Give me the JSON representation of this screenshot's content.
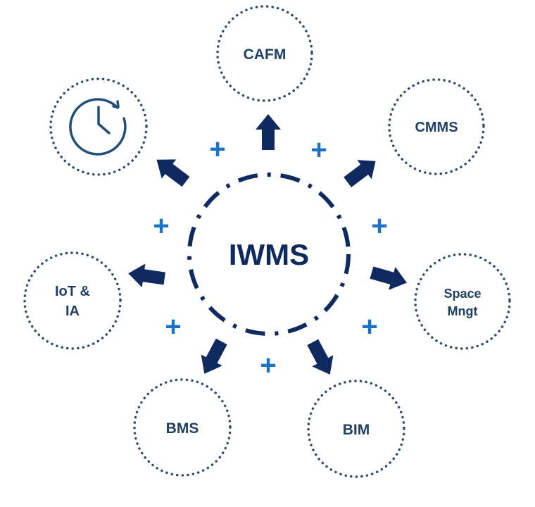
{
  "center": {
    "label": "IWMS"
  },
  "nodes": [
    {
      "id": "cafm",
      "lines": [
        "CAFM"
      ]
    },
    {
      "id": "cmms",
      "lines": [
        "CMMS"
      ]
    },
    {
      "id": "space",
      "lines": [
        "Space",
        "Mngt"
      ]
    },
    {
      "id": "bim",
      "lines": [
        "BIM"
      ]
    },
    {
      "id": "bms",
      "lines": [
        "BMS"
      ]
    },
    {
      "id": "iot",
      "lines": [
        "IoT &",
        "IA"
      ]
    },
    {
      "id": "history",
      "icon": "clock-history-icon",
      "lines": []
    }
  ],
  "plus_symbol": "+",
  "colors": {
    "navy": "#0f2a5e",
    "node_text": "#1f3f63",
    "dots": "#2b4a6e",
    "plus": "#1a72c4",
    "icon": "#1f4f7a"
  }
}
